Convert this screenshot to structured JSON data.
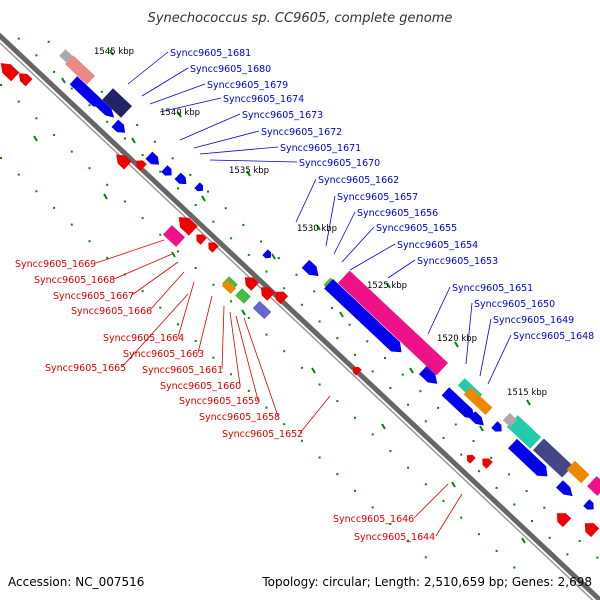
{
  "title": "Synechococcus sp. CC9605, complete genome",
  "footer": {
    "accession": "Accession: NC_007516",
    "summary": "Topology: circular; Length: 2,510,659 bp; Genes: 2,698"
  },
  "colors": {
    "forward": "#0000ee",
    "reverse": "#ee0000",
    "blue_label": "#0000dd",
    "red_label": "#dd0000",
    "backbone": "#666666",
    "tick": "#008800",
    "pink": "#ee1188",
    "light_pink": "#ee8888",
    "navy": "#222266",
    "slate": "#444488",
    "green": "#44bb44",
    "orange": "#ee8800",
    "teal": "#22ccaa",
    "purple": "#6666cc",
    "grey": "#aaaaaa"
  },
  "scale": [
    {
      "text": "1545 kbp"
    },
    {
      "text": "1540 kbp"
    },
    {
      "text": "1535 kbp"
    },
    {
      "text": "1530 kbp"
    },
    {
      "text": "1525 kbp"
    },
    {
      "text": "1520 kbp"
    },
    {
      "text": "1515 kbp"
    }
  ],
  "forward_labels": [
    {
      "text": "Syncc9605_1681"
    },
    {
      "text": "Syncc9605_1680"
    },
    {
      "text": "Syncc9605_1679"
    },
    {
      "text": "Syncc9605_1674"
    },
    {
      "text": "Syncc9605_1673"
    },
    {
      "text": "Syncc9605_1672"
    },
    {
      "text": "Syncc9605_1671"
    },
    {
      "text": "Syncc9605_1670"
    },
    {
      "text": "Syncc9605_1662"
    },
    {
      "text": "Syncc9605_1657"
    },
    {
      "text": "Syncc9605_1656"
    },
    {
      "text": "Syncc9605_1655"
    },
    {
      "text": "Syncc9605_1654"
    },
    {
      "text": "Syncc9605_1653"
    },
    {
      "text": "Syncc9605_1651"
    },
    {
      "text": "Syncc9605_1650"
    },
    {
      "text": "Syncc9605_1649"
    },
    {
      "text": "Syncc9605_1648"
    }
  ],
  "reverse_labels": [
    {
      "text": "Syncc9605_1669"
    },
    {
      "text": "Syncc9605_1668"
    },
    {
      "text": "Syncc9605_1667"
    },
    {
      "text": "Syncc9605_1666"
    },
    {
      "text": "Syncc9605_1664"
    },
    {
      "text": "Syncc9605_1663"
    },
    {
      "text": "Syncc9605_1665"
    },
    {
      "text": "Syncc9605_1661"
    },
    {
      "text": "Syncc9605_1660"
    },
    {
      "text": "Syncc9605_1659"
    },
    {
      "text": "Syncc9605_1658"
    },
    {
      "text": "Syncc9605_1652"
    },
    {
      "text": "Syncc9605_1646"
    },
    {
      "text": "Syncc9605_1644"
    }
  ]
}
